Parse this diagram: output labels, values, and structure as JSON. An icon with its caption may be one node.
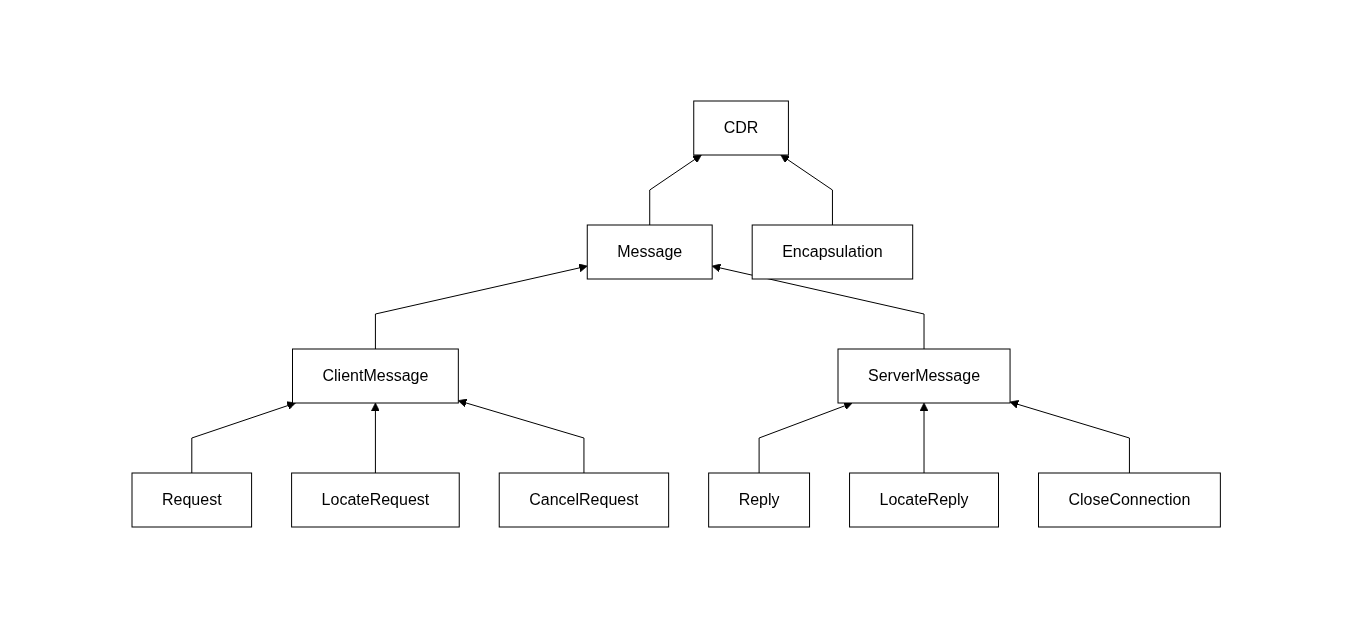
{
  "diagram": {
    "nodes": [
      {
        "text": [
          "CDR"
        ]
      },
      {
        "text": [
          "Message"
        ]
      },
      {
        "text": [
          "Encapsulation"
        ]
      },
      {
        "text": [
          "ClientMessage"
        ]
      },
      {
        "text": [
          "ServerMessage"
        ]
      },
      {
        "text": [
          "Request"
        ]
      },
      {
        "text": [
          "LocateRequest"
        ]
      },
      {
        "text": [
          "CancelRequest"
        ]
      },
      {
        "text": [
          "Reply"
        ]
      },
      {
        "text": [
          "LocateReply"
        ]
      },
      {
        "text": [
          "CloseConnection"
        ]
      }
    ],
    "edges": [
      {
        "from": 1,
        "to": 0,
        "arrow": "to"
      },
      {
        "from": 2,
        "to": 0,
        "arrow": "to"
      },
      {
        "from": 3,
        "to": 1,
        "arrow": "to"
      },
      {
        "from": 4,
        "to": 1,
        "arrow": "to"
      },
      {
        "from": 5,
        "to": 3,
        "arrow": "to"
      },
      {
        "from": 6,
        "to": 3,
        "arrow": "to"
      },
      {
        "from": 7,
        "to": 3,
        "arrow": "to"
      },
      {
        "from": 8,
        "to": 4,
        "arrow": "to"
      },
      {
        "from": 9,
        "to": 4,
        "arrow": "to"
      },
      {
        "from": 10,
        "to": 4,
        "arrow": "to"
      }
    ]
  }
}
